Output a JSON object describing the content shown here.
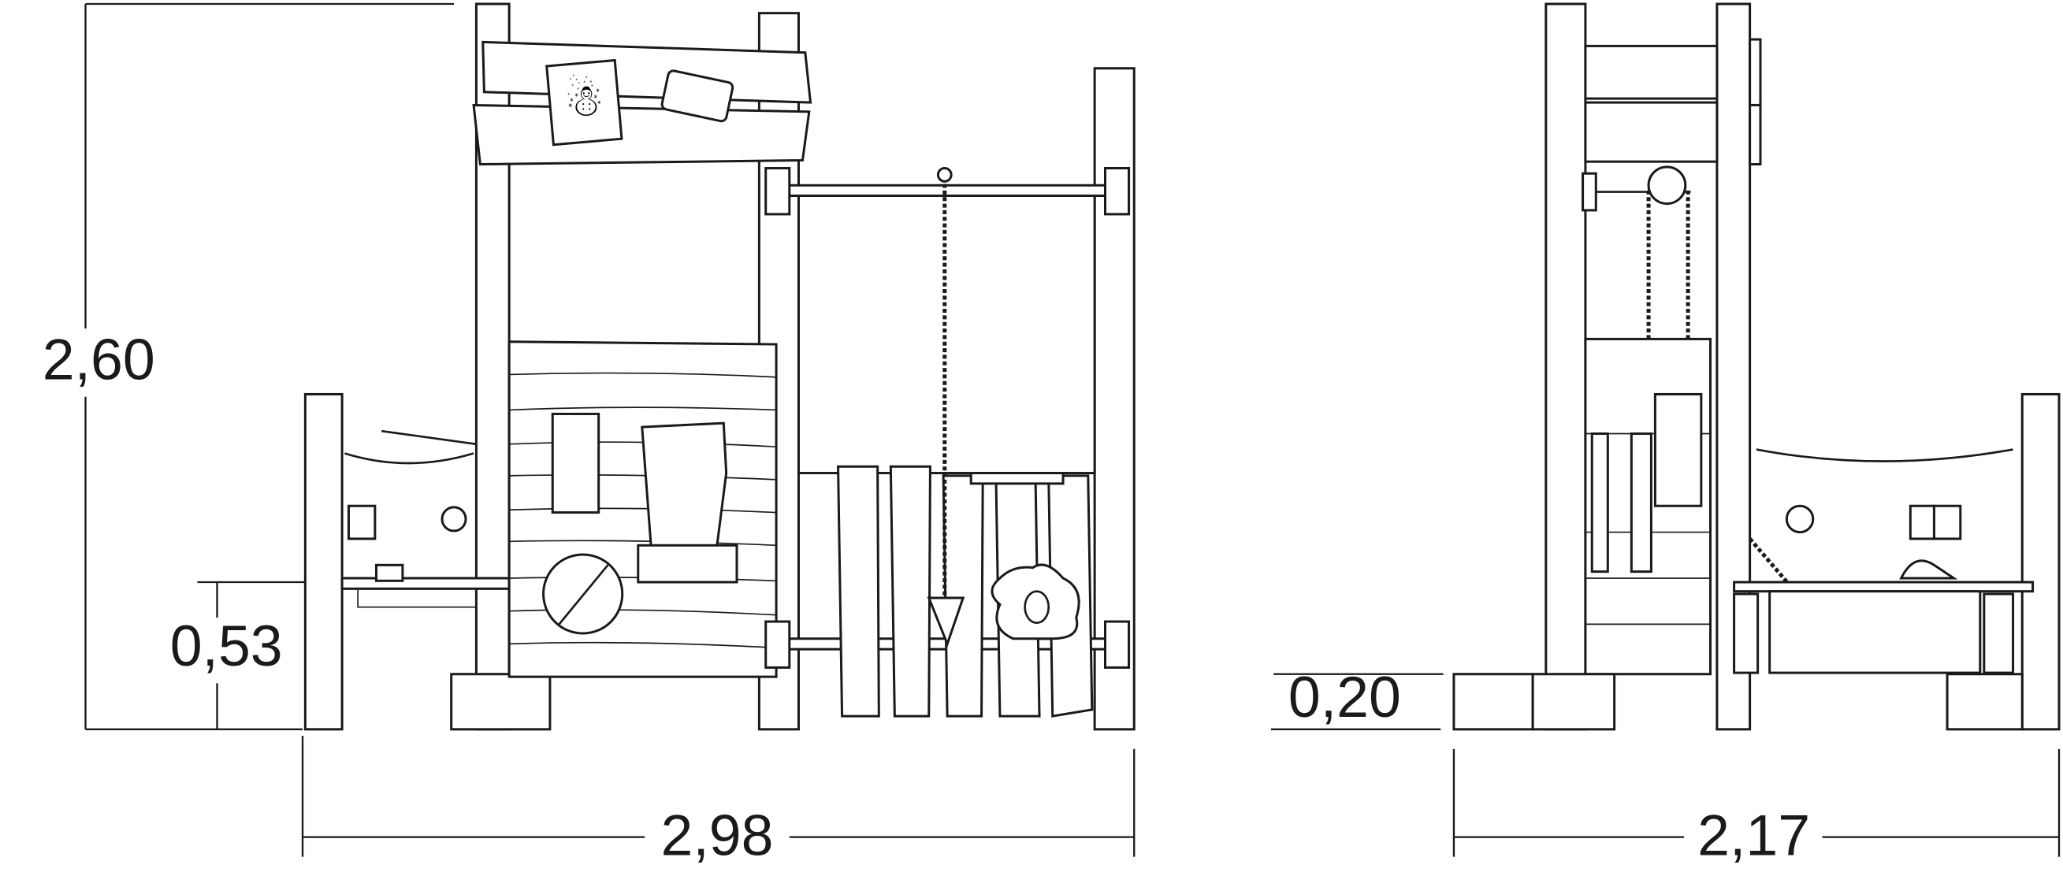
{
  "dimensions": {
    "front_height": "2,60",
    "front_platform_height": "0,53",
    "front_width": "2,98",
    "side_base_height": "0,20",
    "side_width": "2,17"
  }
}
